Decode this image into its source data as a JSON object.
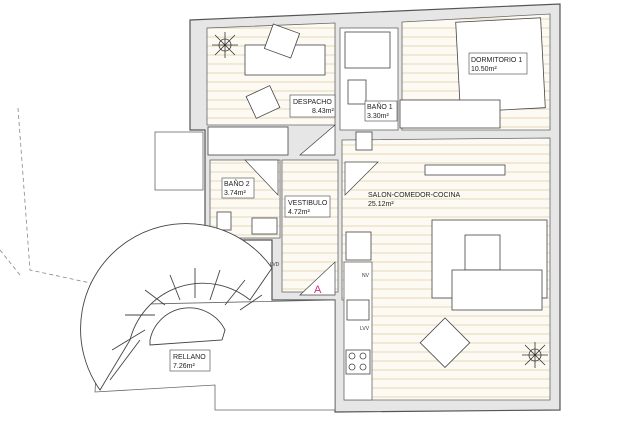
{
  "rooms": [
    {
      "name": "DESPACHO",
      "area": "8.43m²"
    },
    {
      "name": "BAÑO 1",
      "area": "3.30m²"
    },
    {
      "name": "DORMITORIO 1",
      "area": "10.50m²"
    },
    {
      "name": "BAÑO 2",
      "area": "3.74m²"
    },
    {
      "name": "VESTIBULO",
      "area": "4.72m²"
    },
    {
      "name": "SALON-COMEDOR-COCINA",
      "area": "25.12m²"
    },
    {
      "name": "RELLANO",
      "area": "7.26m²"
    }
  ],
  "fixtures": {
    "lvd": "LVD",
    "nv": "NV",
    "lvv": "LVV"
  },
  "entrance_marker": "A",
  "colors": {
    "wall": "#555555",
    "floor_stripe": "#e9dcc3",
    "wall_fill": "#d4d4d4",
    "marker": "#c8377a"
  }
}
